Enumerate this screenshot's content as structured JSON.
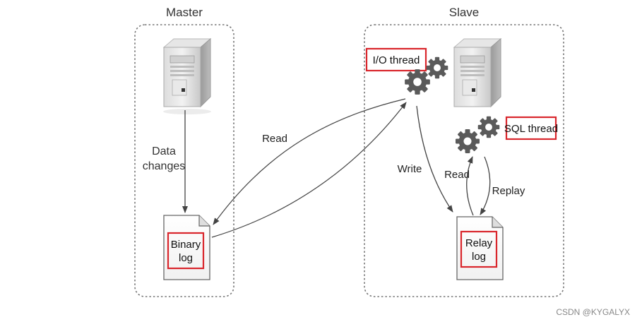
{
  "master": {
    "title": "Master",
    "flow_label_line1": "Data",
    "flow_label_line2": "changes"
  },
  "binary_log": {
    "line1": "Binary",
    "line2": "log"
  },
  "slave": {
    "title": "Slave"
  },
  "io_thread": {
    "label": "I/O thread"
  },
  "sql_thread": {
    "label": "SQL thread"
  },
  "relay_log": {
    "line1": "Relay",
    "line2": "log"
  },
  "arrows": {
    "read_master": "Read",
    "write": "Write",
    "read_relay": "Read",
    "replay": "Replay"
  },
  "watermark": "CSDN @KYGALYX",
  "colors": {
    "highlight": "#d9262c",
    "box_border": "#777777",
    "arrow": "#555555",
    "gear": "#5a5a5a"
  },
  "icons": [
    "server-icon",
    "gear-icon",
    "document-icon"
  ]
}
